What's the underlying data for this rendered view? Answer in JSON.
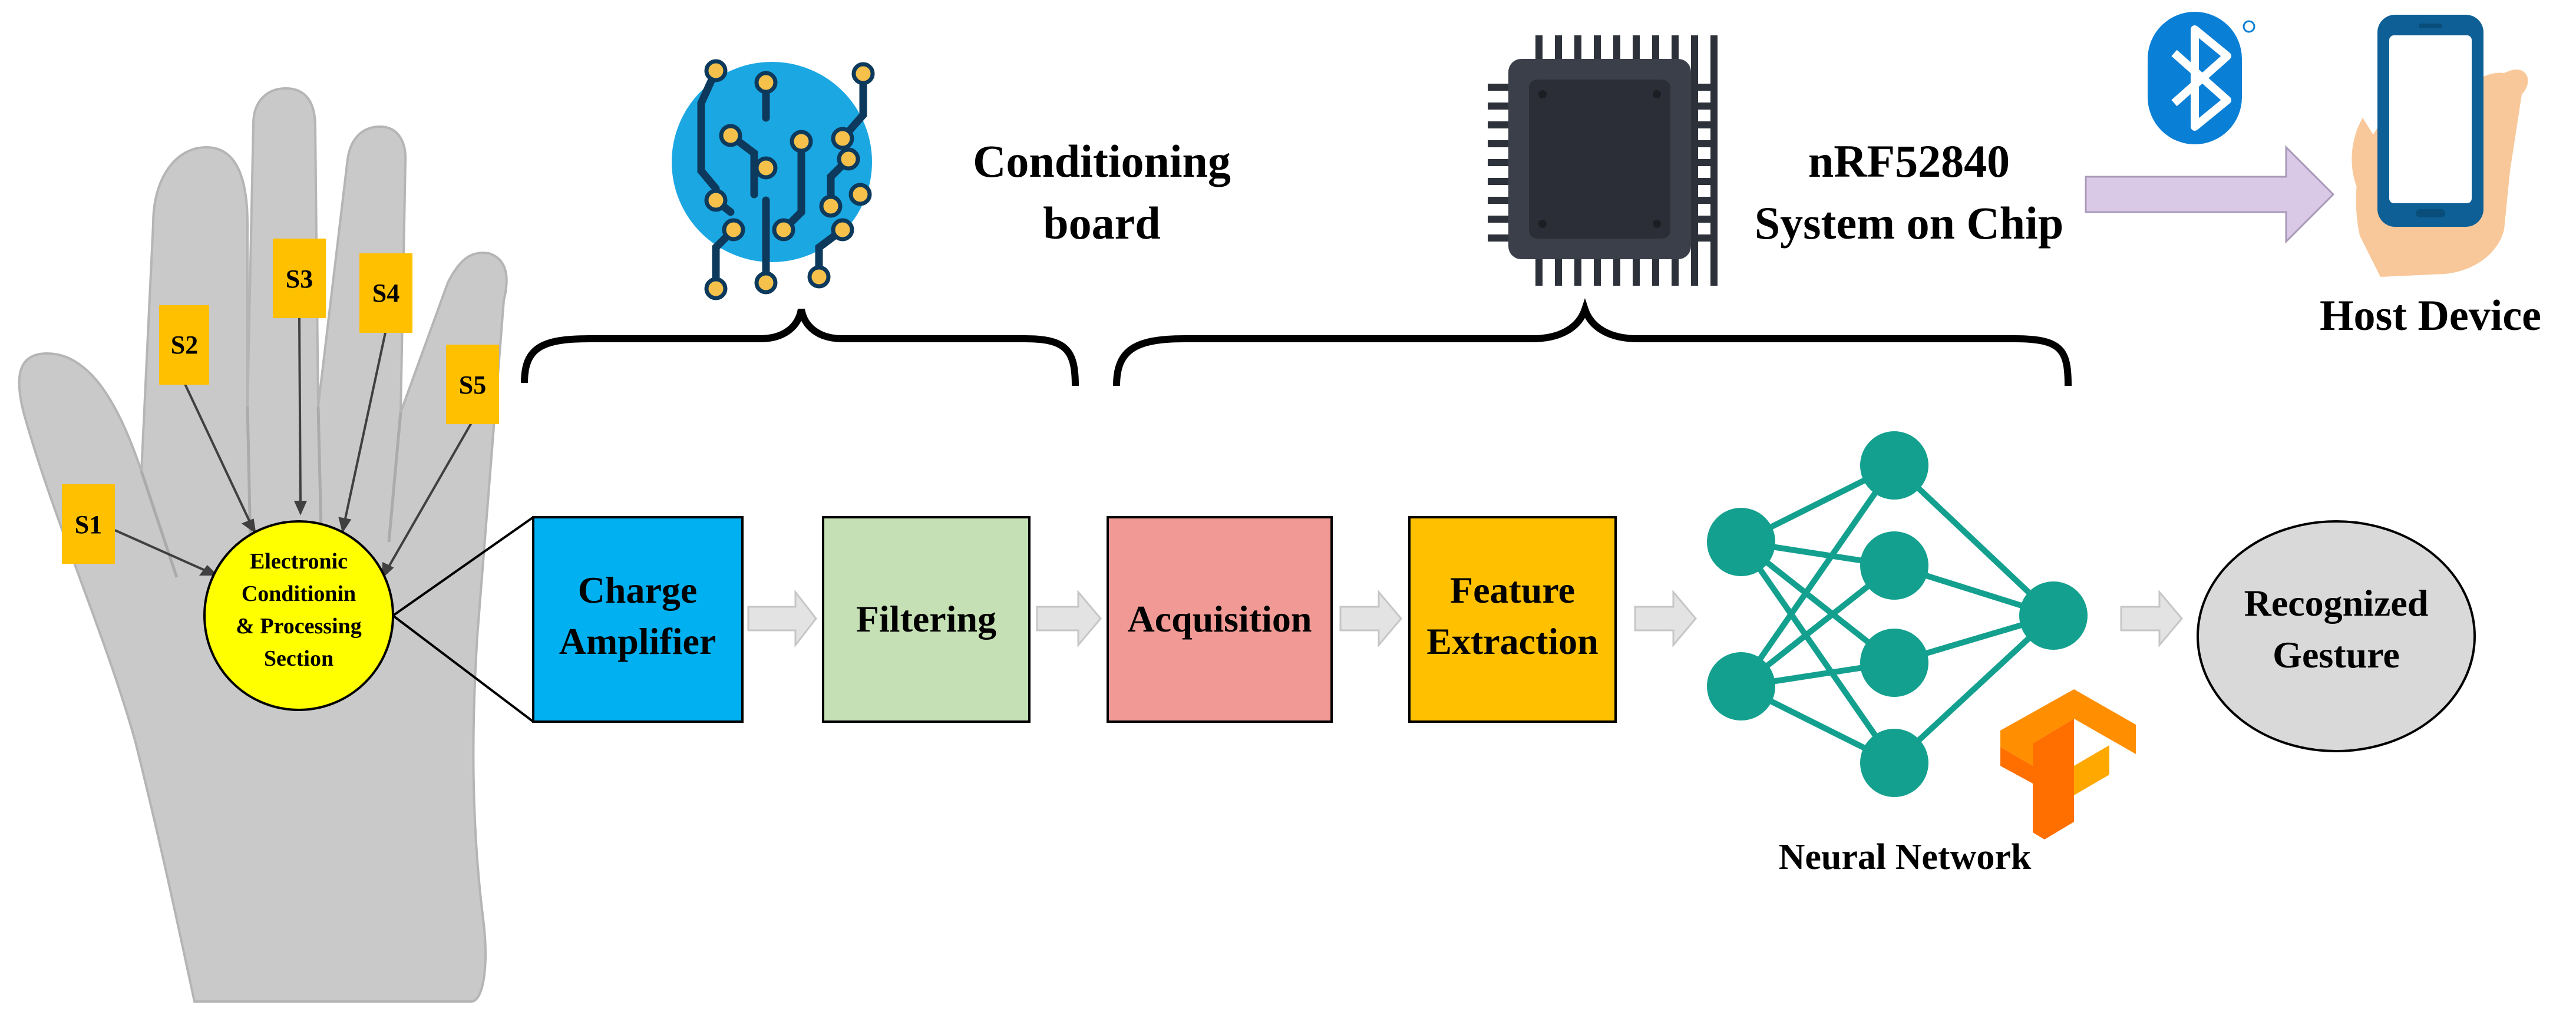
{
  "sensors": {
    "s1": "S1",
    "s2": "S2",
    "s3": "S3",
    "s4": "S4",
    "s5": "S5"
  },
  "glove_circle": {
    "line1": "Electronic",
    "line2": "Conditionin",
    "line3": "& Processing",
    "line4": "Section"
  },
  "conditioning_board": {
    "line1": "Conditioning",
    "line2": "board"
  },
  "soc": {
    "line1": "nRF52840",
    "line2": "System on Chip"
  },
  "host": {
    "label": "Host Device"
  },
  "blocks": {
    "charge_amplifier": {
      "line1": "Charge",
      "line2": "Amplifier"
    },
    "filtering": {
      "line1": "Filtering"
    },
    "acquisition": {
      "line1": "Acquisition"
    },
    "feature_extraction": {
      "line1": "Feature",
      "line2": "Extraction"
    }
  },
  "neural_network": {
    "label": "Neural Network"
  },
  "output": {
    "line1": "Recognized",
    "line2": "Gesture"
  },
  "colors": {
    "charge_amplifier": "#00b0f0",
    "filtering": "#c5e0b4",
    "acquisition": "#f19a95",
    "feature_extraction": "#ffc000",
    "sensor": "#ffc000",
    "circle": "#ffff00",
    "network": "#14a08f",
    "arrow": "#e3e3e3",
    "host_arrow": "#d9c9e6",
    "output": "#d9d9d9",
    "chip": "#3b3f4a",
    "board_bg": "#1ba7e2"
  },
  "icons": [
    "circuit-board-icon",
    "microchip-icon",
    "bluetooth-icon",
    "phone-in-hand-icon",
    "tensorflow-icon",
    "glove-image"
  ]
}
